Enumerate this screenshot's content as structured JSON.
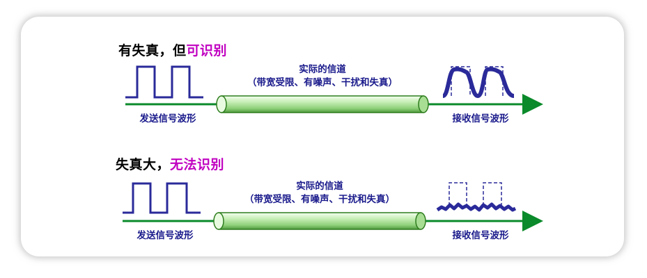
{
  "colors": {
    "signal": "#2a2a9a",
    "arrow": "#0a8a2a",
    "cylinder_light": "#d6f5c8",
    "cylinder_dark": "#2e7d1e",
    "highlight_ok": "#c000c0",
    "highlight_bad": "#d01010"
  },
  "rows": [
    {
      "heading_prefix": "有失真，但",
      "heading_highlight": "可识别",
      "channel_title": "实际的信道",
      "channel_subtitle": "（带宽受限、有噪声、干扰和失真）",
      "send_label": "发送信号波形",
      "receive_label": "接收信号波形"
    },
    {
      "heading_prefix": "失真大，",
      "heading_highlight": "无法识别",
      "channel_title": "实际的信道",
      "channel_subtitle": "（带宽受限、有噪声、干扰和失真）",
      "send_label": "发送信号波形",
      "receive_label": "接收信号波形"
    }
  ]
}
